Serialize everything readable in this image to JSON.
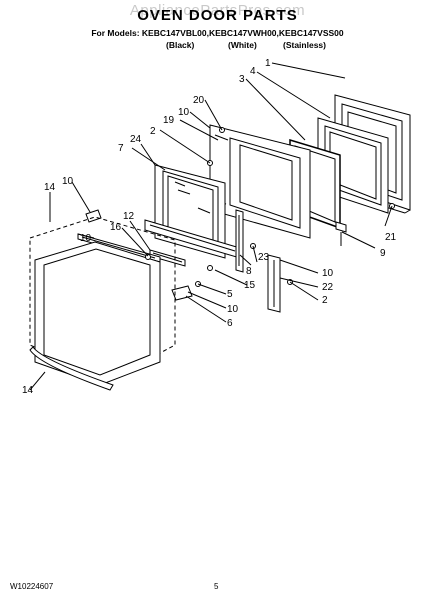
{
  "watermark": "AppliancePartsPros.com",
  "title": "OVEN DOOR PARTS",
  "models_line": "For Models: KEBC147VBL00,KEBC147VWH00,KEBC147VSS00",
  "colors": [
    "(Black)",
    "(White)",
    "(Stainless)"
  ],
  "footer": {
    "doc_number": "W10224607",
    "page": "5"
  },
  "callouts": [
    "1",
    "3",
    "4",
    "20",
    "10",
    "19",
    "2",
    "24",
    "7",
    "10",
    "14",
    "12",
    "16",
    "10",
    "21",
    "9",
    "23",
    "10",
    "8",
    "15",
    "22",
    "2",
    "5",
    "10",
    "6",
    "14",
    "13"
  ]
}
